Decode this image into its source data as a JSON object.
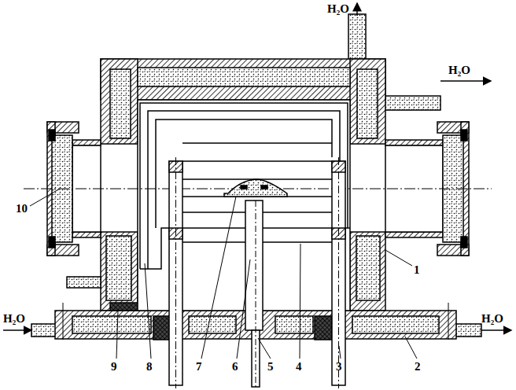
{
  "diagram": {
    "labels": [
      "H₂O",
      "H₂O",
      "10",
      "1",
      "H₂O",
      "H₂O",
      "9",
      "8",
      "7",
      "6",
      "5",
      "4",
      "3",
      "2"
    ]
  }
}
